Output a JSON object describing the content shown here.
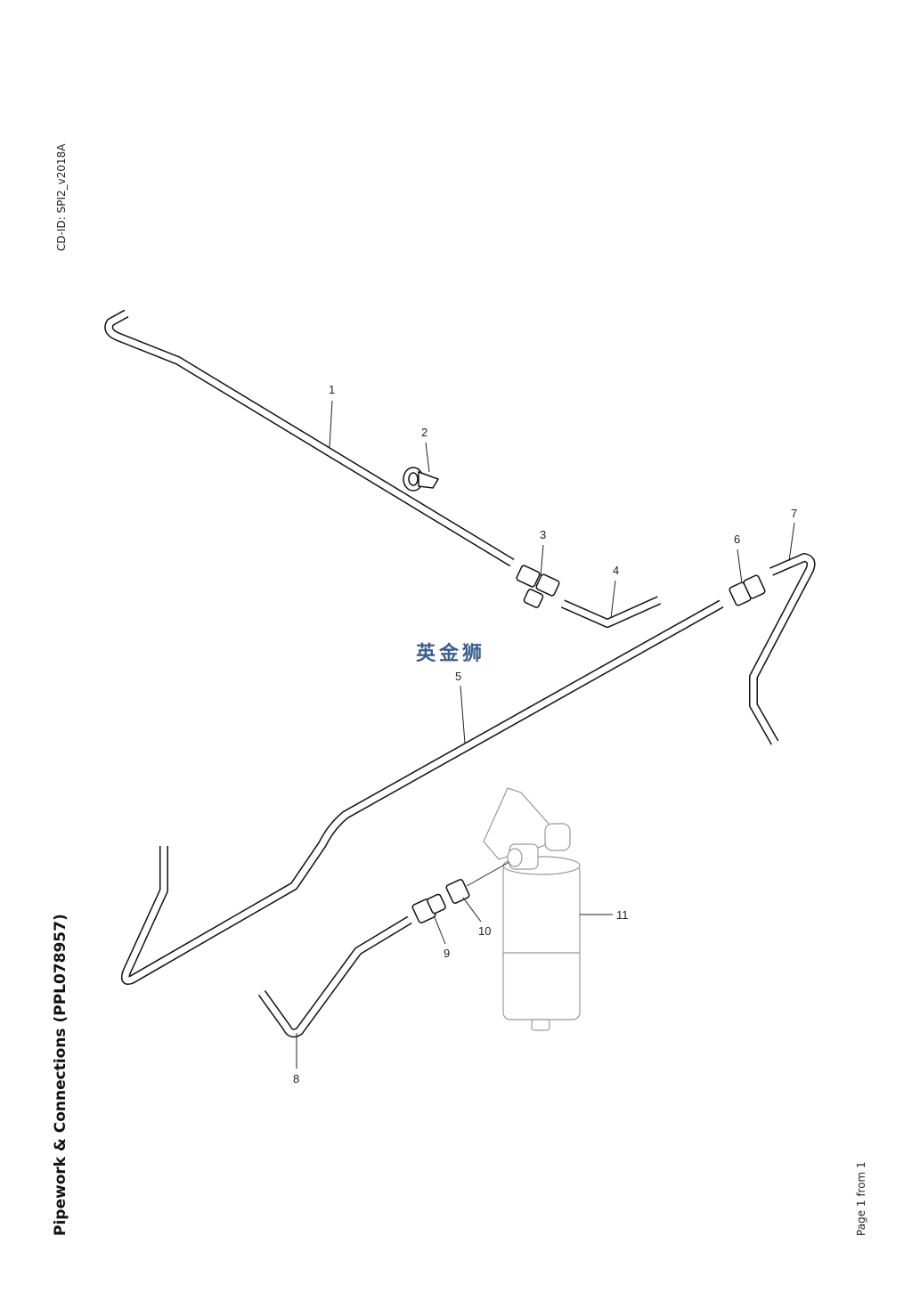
{
  "document": {
    "id_label": "CD-ID: SPI2_v2018A",
    "title": "Pipework & Connections (PPL078957)",
    "page": "Page 1 from 1",
    "watermark": "英金狮"
  },
  "callouts": [
    "1",
    "2",
    "3",
    "4",
    "5",
    "6",
    "7",
    "8",
    "9",
    "10",
    "11"
  ],
  "colors": {
    "watermark": "#3a5f8f",
    "line": "#111111"
  }
}
